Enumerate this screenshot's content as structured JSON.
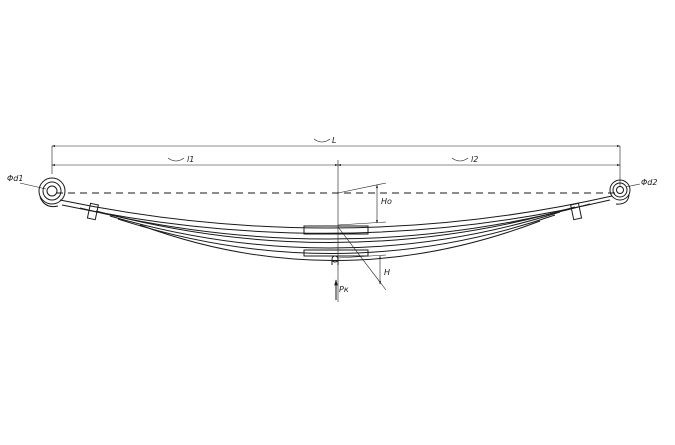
{
  "drawing": {
    "labels": {
      "total_length": "L",
      "left_length": "l1",
      "right_length": "l2",
      "free_height": "Ho",
      "loaded_height": "H",
      "load": "Pк",
      "left_eye_diameter": "Φd1",
      "right_eye_diameter": "Φd2"
    }
  },
  "colors": {
    "line": "#1a1a1a",
    "background": "#ffffff"
  }
}
